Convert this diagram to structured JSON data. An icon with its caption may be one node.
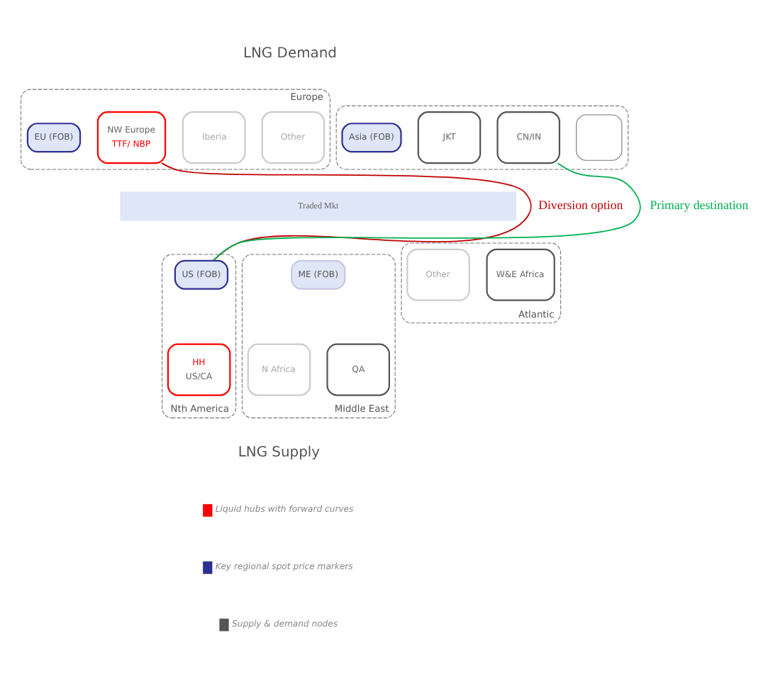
{
  "diagram": {
    "nodes": [
      {
        "text": [
          "Europe"
        ]
      },
      {
        "text": [
          "NW Europe",
          "TTF/ NBP"
        ],
        "in": 0
      },
      {
        "text": [
          "Iberia"
        ],
        "in": 0
      },
      {
        "text": [
          "Other"
        ],
        "in": 0
      },
      {
        "text": [
          "EU (FOB)"
        ],
        "in": 0
      },
      {
        "text": [],
        "shape": "box"
      },
      {
        "text": [
          "JKT"
        ],
        "in": 5
      },
      {
        "text": [
          "CN/IN"
        ],
        "in": 5
      },
      {
        "text": [],
        "shape": "box",
        "in": 5
      },
      {
        "text": [
          "Asia (FOB)"
        ],
        "in": 5
      },
      {
        "text": [
          "Nth America"
        ]
      },
      {
        "text": [
          "US (FOB)"
        ],
        "in": 10
      },
      {
        "text": [
          "HH",
          "US/CA"
        ],
        "in": 10
      },
      {
        "text": [
          "Atlantic"
        ]
      },
      {
        "text": [
          "W&E Africa"
        ],
        "in": 13
      },
      {
        "text": [
          "Other"
        ],
        "in": 13
      },
      {
        "text": [
          "Middle East"
        ]
      },
      {
        "text": [
          "ME (FOB)"
        ],
        "in": 16
      },
      {
        "text": [
          "N Africa"
        ],
        "in": 16
      },
      {
        "text": [
          "QA"
        ],
        "in": 16
      },
      {
        "text": [
          "Traded Mkt"
        ]
      }
    ],
    "edges": [
      {
        "from": 11,
        "to": 1,
        "arrow": "none",
        "label": "Diversion option",
        "color": "#c00000"
      },
      {
        "from": 11,
        "to": 7,
        "arrow": "none",
        "label": "Primary destination",
        "color": "#00b050"
      }
    ],
    "labels": [
      "LNG Demand",
      "LNG Supply"
    ],
    "legend": [
      {
        "text": "Liquid hubs with forward curves",
        "color": "#ff0000"
      },
      {
        "text": "Key regional spot price markers",
        "color": "#2e3192"
      },
      {
        "text": "Supply & demand nodes",
        "color": "#555555"
      }
    ]
  }
}
